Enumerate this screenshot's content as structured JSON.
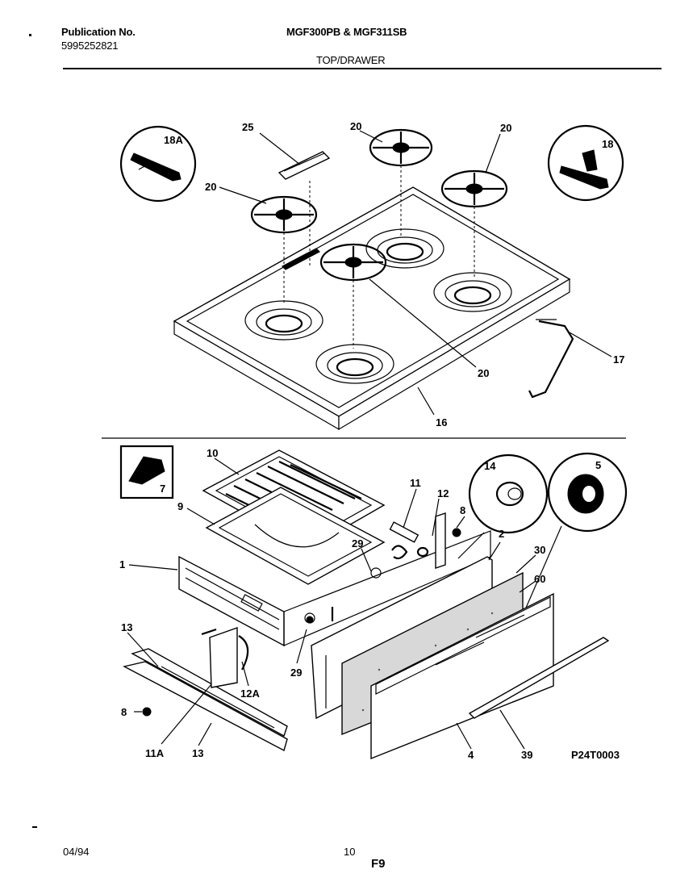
{
  "header": {
    "publication_label": "Publication No.",
    "publication_number": "5995252821",
    "models": "MGF300PB & MGF311SB",
    "section": "TOP/DRAWER"
  },
  "footer": {
    "date": "04/94",
    "page": "10",
    "figure": "F9"
  },
  "diagram_code": "P24T0003",
  "callouts": {
    "c18A": "18A",
    "c25": "25",
    "c20a": "20",
    "c20b": "20",
    "c18": "18",
    "c20c": "20",
    "c20d": "20",
    "c17": "17",
    "c16": "16",
    "c10": "10",
    "c7": "7",
    "c9": "9",
    "c1": "1",
    "c11": "11",
    "c12": "12",
    "c8a": "8",
    "c14": "14",
    "c5": "5",
    "c2": "2",
    "c30": "30",
    "c60": "60",
    "c29a": "29",
    "c29b": "29",
    "c13a": "13",
    "c13b": "13",
    "c12A": "12A",
    "c8b": "8",
    "c11A": "11A",
    "c4": "4",
    "c39": "39"
  }
}
